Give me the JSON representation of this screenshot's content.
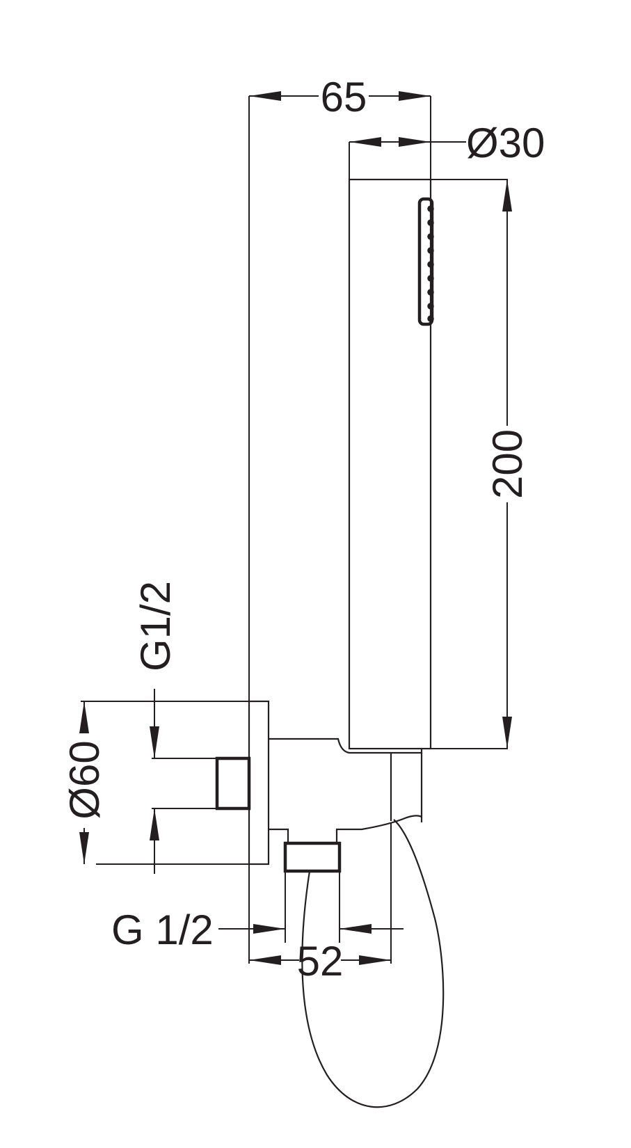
{
  "dimensions": {
    "width_top": "65",
    "diameter_handshower": "Ø30",
    "height_handshower": "200",
    "thread_top": "G1/2",
    "diameter_flange": "Ø60",
    "thread_bottom": "G 1/2",
    "width_bottom": "52"
  },
  "colors": {
    "line": "#231f20",
    "background": "#ffffff"
  }
}
